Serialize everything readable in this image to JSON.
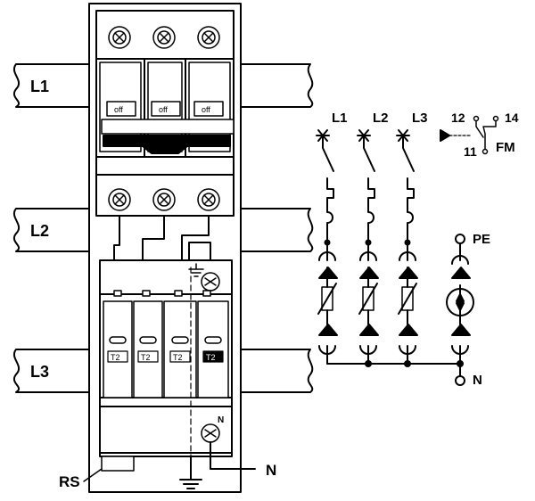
{
  "rails": {
    "l1": "L1",
    "l2": "L2",
    "l3": "L3"
  },
  "breaker": {
    "switch_label": "off"
  },
  "spd": {
    "module_label": "T2",
    "n_label": "N"
  },
  "bottom": {
    "rs_label": "RS",
    "n_label": "N"
  },
  "schematic": {
    "phase_labels": [
      "L1",
      "L2",
      "L3"
    ],
    "pe_label": "PE",
    "n_label": "N",
    "contact_12": "12",
    "contact_14": "14",
    "contact_11": "11",
    "fm_label": "FM"
  }
}
